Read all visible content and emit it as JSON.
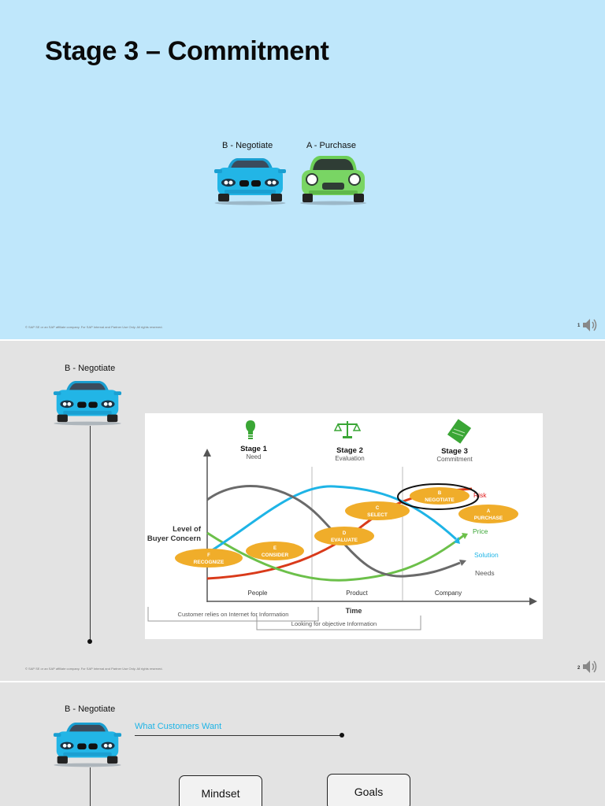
{
  "slide1": {
    "title": "Stage 3 – Commitment",
    "car_b_label": "B - Negotiate",
    "car_a_label": "A - Purchase",
    "footer": "© SAP SE or an SAP affiliate company. For SAP Internal and Partner Use Only. All rights reserved.",
    "page_number": "1"
  },
  "slide2": {
    "car_label": "B - Negotiate",
    "footer": "© SAP SE or an SAP affiliate company. For SAP Internal and Partner Use Only. All rights reserved.",
    "page_number": "2",
    "diagram": {
      "stages": [
        {
          "title": "Stage 1",
          "sub": "Need",
          "icon": "lightbulb-icon"
        },
        {
          "title": "Stage 2",
          "sub": "Evaluation",
          "icon": "scale-icon"
        },
        {
          "title": "Stage 3",
          "sub": "Commitment",
          "icon": "document-icon"
        }
      ],
      "y_axis_label_line1": "Level of",
      "y_axis_label_line2": "Buyer Concern",
      "x_axis_label": "Time",
      "columns": [
        "People",
        "Product",
        "Company"
      ],
      "curve_labels": {
        "risk": "Risk",
        "price": "Price",
        "solution": "Solution",
        "needs": "Needs"
      },
      "curve_colors": {
        "risk": "#e02020",
        "price": "#6cc04a",
        "solution": "#1eb4e6",
        "needs": "#6a6a6a"
      },
      "step_color": "#f0ad2a",
      "steps": [
        {
          "letter": "F",
          "name": "RECOGNIZE"
        },
        {
          "letter": "E",
          "name": "CONSIDER"
        },
        {
          "letter": "D",
          "name": "EVALUATE"
        },
        {
          "letter": "C",
          "name": "SELECT"
        },
        {
          "letter": "B",
          "name": "NEGOTIATE"
        },
        {
          "letter": "A",
          "name": "PURCHASE"
        }
      ],
      "brackets": [
        "Customer relies on Internet for Information",
        "Looking for objective Information"
      ]
    }
  },
  "slide3": {
    "car_label": "B - Negotiate",
    "want_label": "What Customers Want",
    "mindset": "Mindset",
    "goals": "Goals"
  }
}
